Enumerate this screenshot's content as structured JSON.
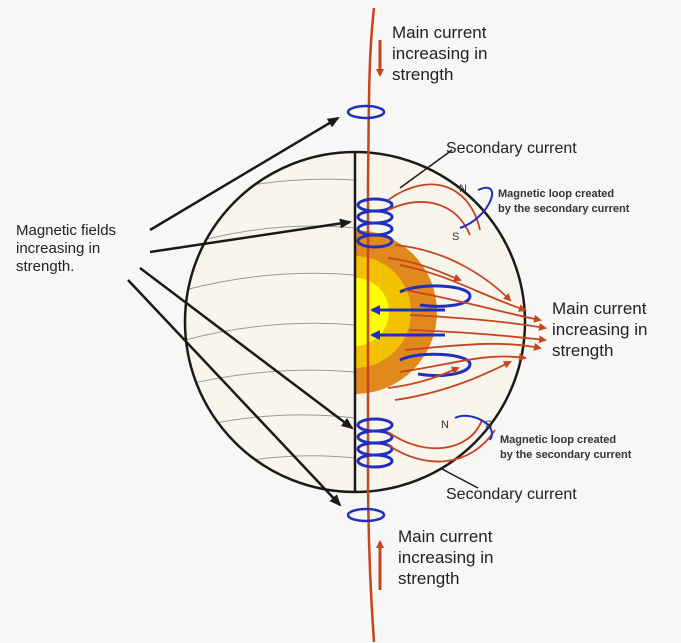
{
  "labels": {
    "main_current_top": "Main current\nincreasing in\nstrength",
    "secondary_current_top": "Secondary current",
    "magnetic_loop_top": "Magnetic loop created\nby the secondary current",
    "magnetic_fields": "Magnetic fields\nincreasing in\nstrength.",
    "main_current_right": "Main current\nincreasing in\nstrength",
    "magnetic_loop_bottom": "Magnetic loop created\nby the secondary current",
    "secondary_current_bottom": "Secondary current",
    "main_current_bottom": "Main current\nincreasing in\nstrength",
    "pole_n_top": "N",
    "pole_s_top": "S",
    "pole_n_bottom": "N",
    "pole_s_bottom": "S"
  },
  "colors": {
    "current": "#c8441e",
    "field": "#1f2fbf",
    "outline": "#1a1a1a",
    "core_inner": "#ffff00",
    "core_mid": "#f2c200",
    "core_outer": "#e08a1e"
  }
}
